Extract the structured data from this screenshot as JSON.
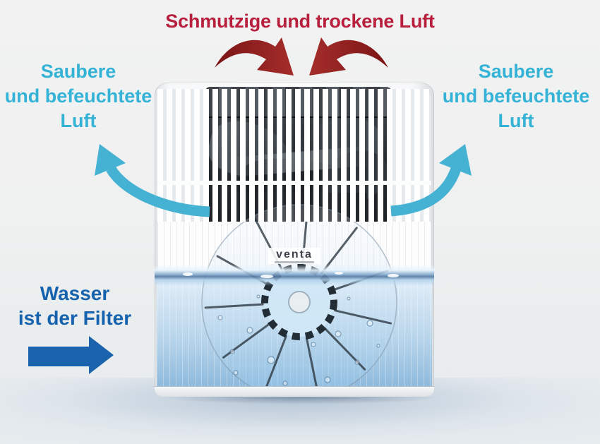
{
  "title": {
    "text": "Schmutzige und trockene Luft"
  },
  "left_label": {
    "line1": "Saubere",
    "line2": "und befeuchtete",
    "line3": "Luft"
  },
  "right_label": {
    "line1": "Saubere",
    "line2": "und befeuchtete",
    "line3": "Luft"
  },
  "water_label": {
    "line1": "Wasser",
    "line2": "ist der Filter"
  },
  "device": {
    "brand": "venta"
  },
  "colors": {
    "dirty_air_red": "#b81f3d",
    "arrow_dark_red": "#8e1f1f",
    "clean_air_cyan": "#35b3d7",
    "filter_blue": "#1b64ad",
    "water_blue": "#9dc4e2"
  }
}
